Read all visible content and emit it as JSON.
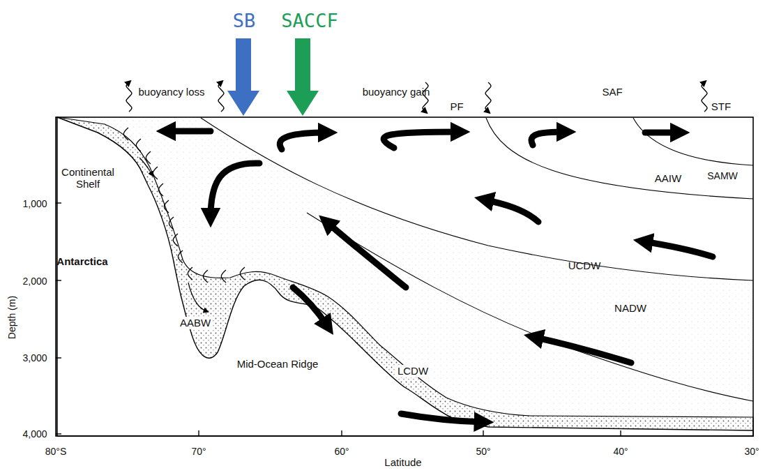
{
  "diagram": {
    "labels": [
      "SB",
      "SACCF",
      "buoyancy loss",
      "buoyancy gain",
      "PF",
      "SAF",
      "STF",
      "SAMW",
      "AAIW",
      "Continental Shelf",
      "Antarctica",
      "UCDW",
      "NADW",
      "AABW",
      "Mid-Ocean Ridge",
      "LCDW",
      "1,000",
      "2,000",
      "3,000",
      "4,000",
      "Depth (m)",
      "80°S",
      "70°",
      "60°",
      "50°",
      "40°",
      "30°",
      "Latitude"
    ]
  }
}
